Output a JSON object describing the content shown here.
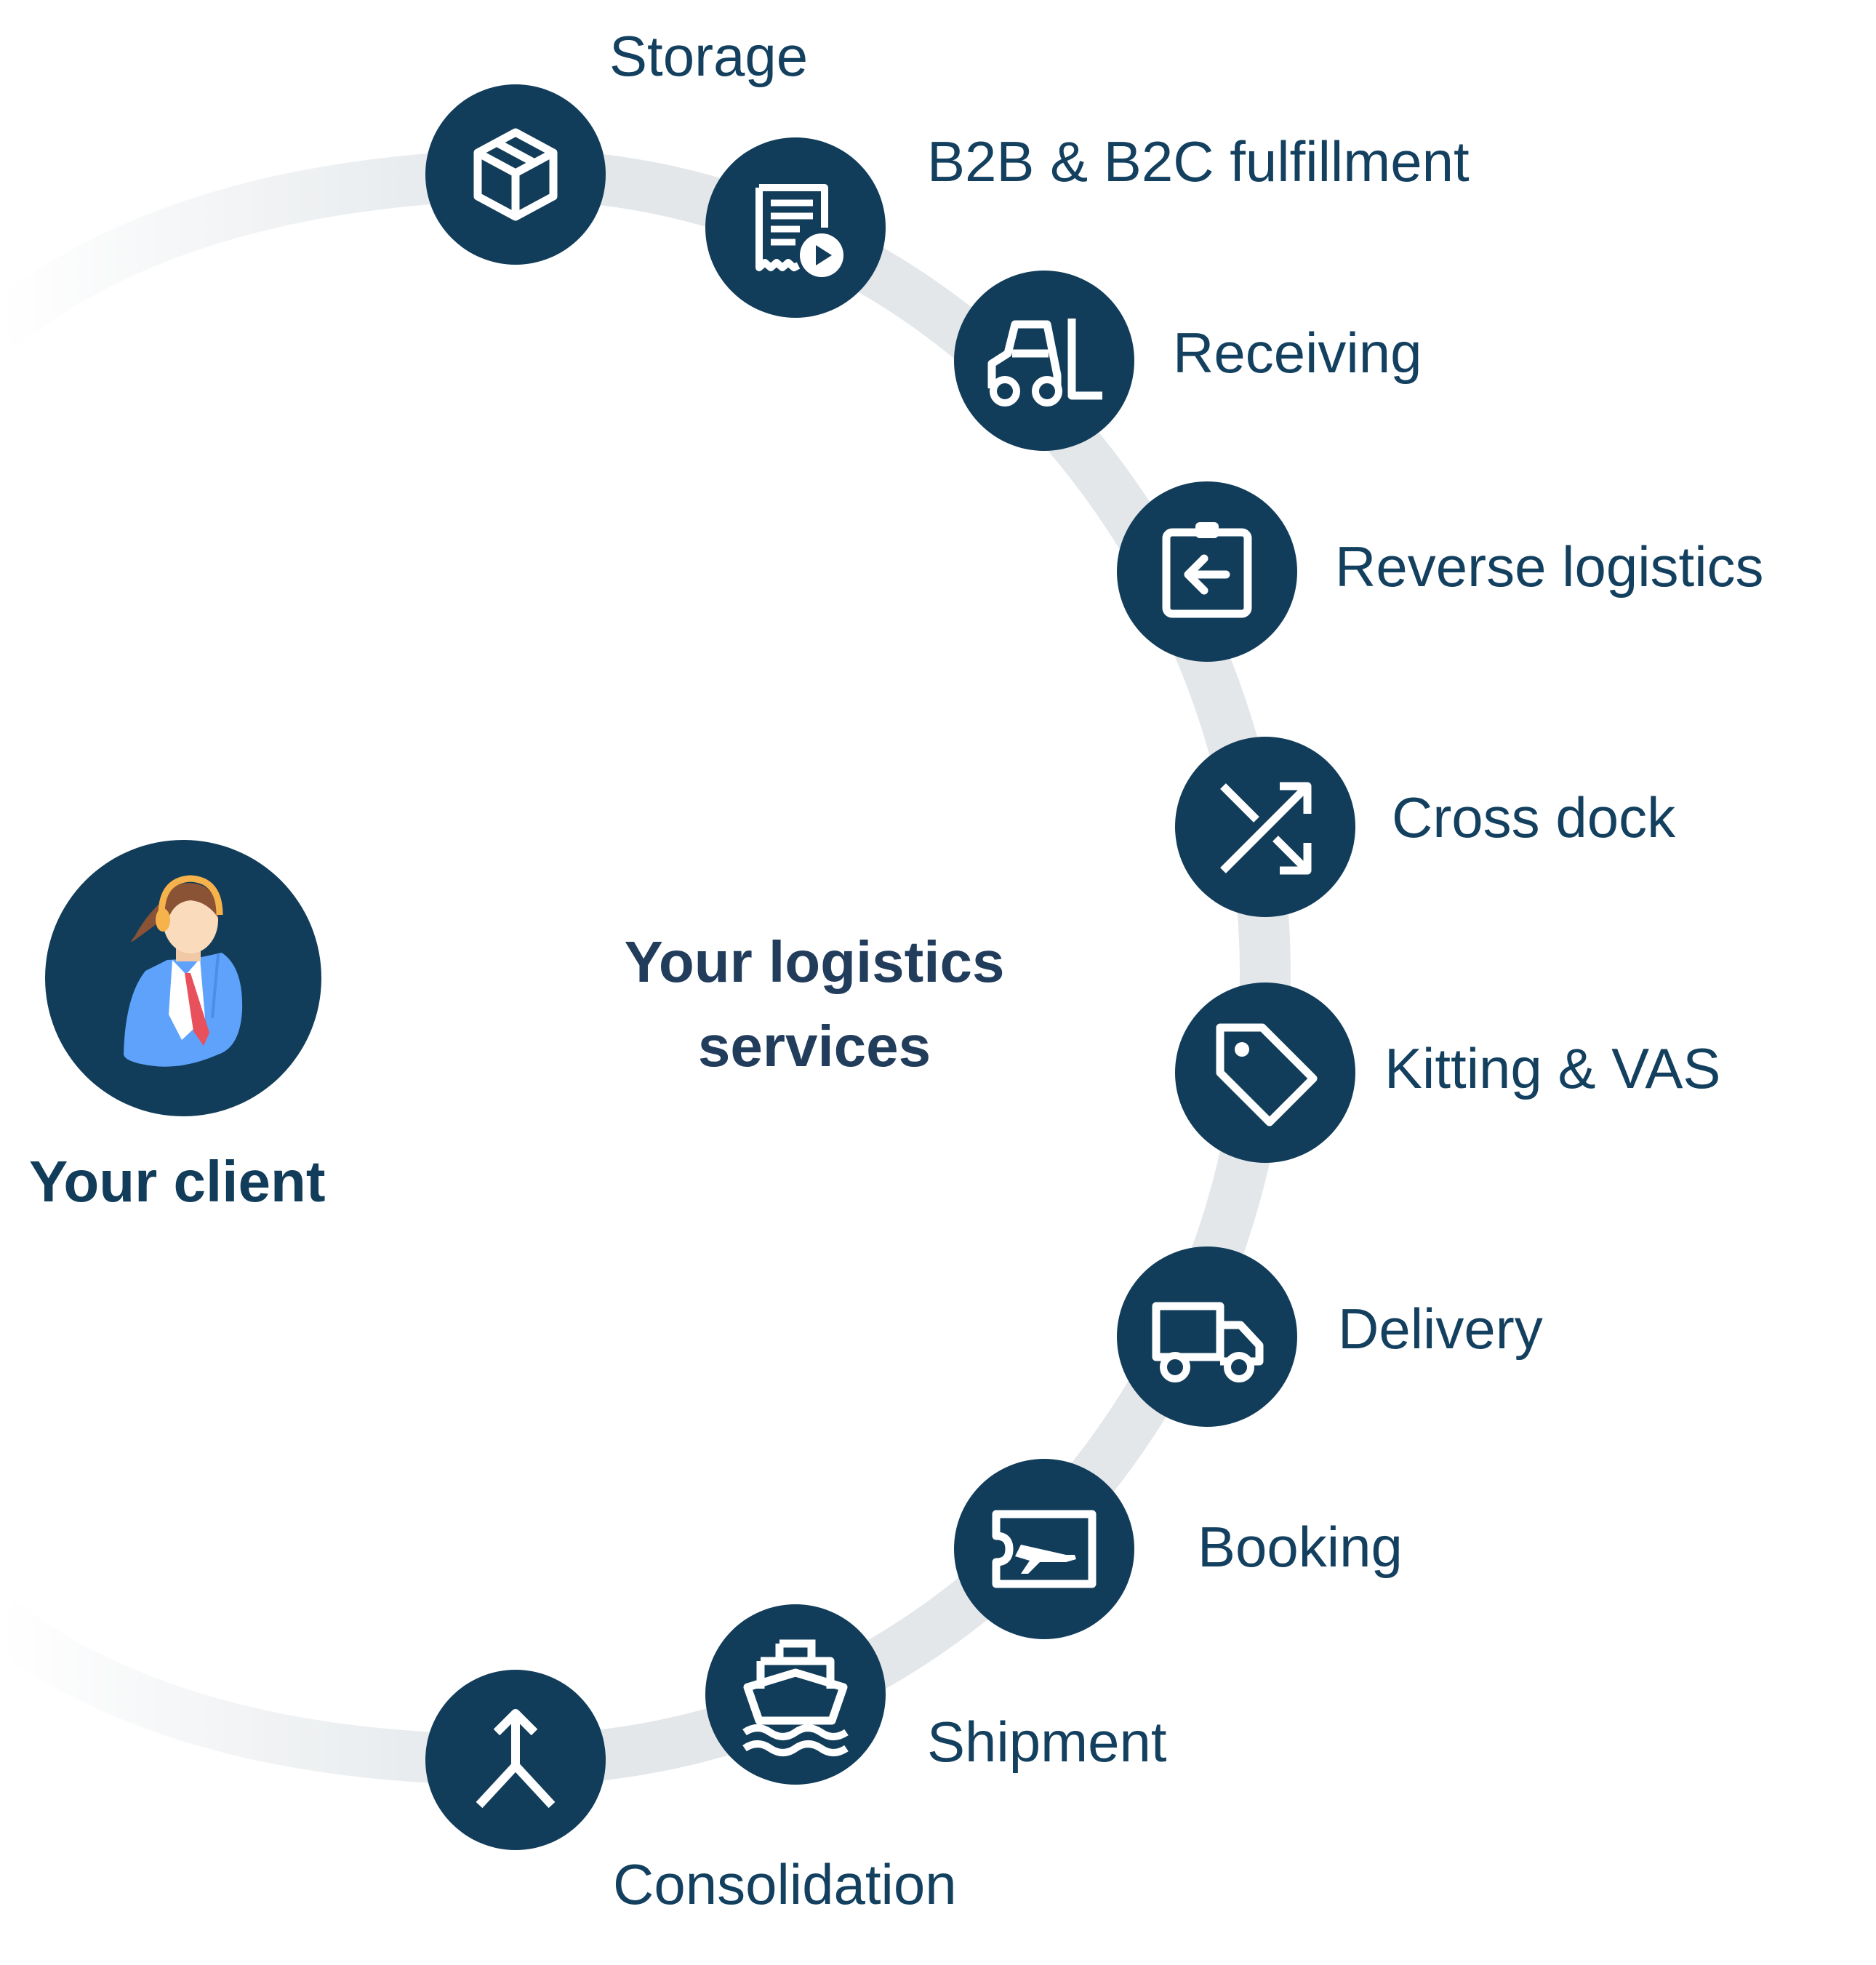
{
  "center": {
    "line1": "Your logistics",
    "line2": "services"
  },
  "client": {
    "label": "Your client",
    "icon": "client-support-agent-icon"
  },
  "colors": {
    "node": "#123d5a",
    "arc": "#e3e7ea",
    "label": "#14405f",
    "center_text": "#223d5c",
    "icon_stroke": "#ffffff"
  },
  "services": [
    {
      "label": "Storage",
      "icon": "box-icon"
    },
    {
      "label": "B2B & B2C fulfillment",
      "icon": "receipt-play-icon"
    },
    {
      "label": "Receiving",
      "icon": "forklift-icon"
    },
    {
      "label": "Reverse logistics",
      "icon": "clipboard-return-icon"
    },
    {
      "label": "Cross dock",
      "icon": "shuffle-icon"
    },
    {
      "label": "Kitting & VAS",
      "icon": "tag-icon"
    },
    {
      "label": "Delivery",
      "icon": "truck-icon"
    },
    {
      "label": "Booking",
      "icon": "ticket-plane-icon"
    },
    {
      "label": "Shipment",
      "icon": "ship-icon"
    },
    {
      "label": "Consolidation",
      "icon": "merge-icon"
    }
  ]
}
